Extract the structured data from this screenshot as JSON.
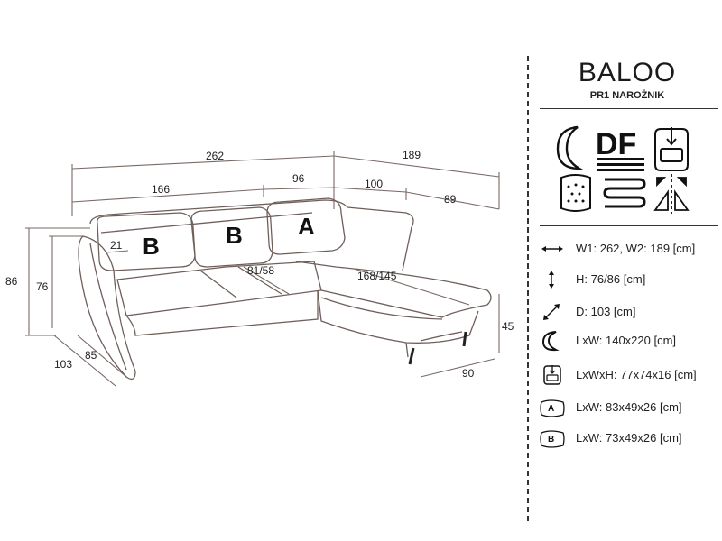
{
  "product": {
    "name": "BALOO",
    "subtitle": "PR1 NAROŻNIK"
  },
  "features": [
    {
      "icon": "moon-icon",
      "label": ""
    },
    {
      "icon": "df-logo-icon",
      "label": "DF"
    },
    {
      "icon": "storage-box-icon",
      "label": ""
    },
    {
      "icon": "foam-cushion-icon",
      "label": ""
    },
    {
      "icon": "spring-icon",
      "label": ""
    },
    {
      "icon": "mirror-option-icon",
      "label": ""
    }
  ],
  "specs": [
    {
      "icon": "horizontal-arrow-icon",
      "text": "W1: 262, W2: 189 [cm]"
    },
    {
      "icon": "vertical-arrow-icon",
      "text": "H: 76/86 [cm]"
    },
    {
      "icon": "diagonal-arrow-icon",
      "text": "D: 103 [cm]"
    },
    {
      "icon": "moon-icon",
      "text": "LxW: 140x220 [cm]"
    },
    {
      "icon": "storage-box-icon",
      "text": "LxWxH: 77x74x16 [cm]"
    },
    {
      "icon": "cushion-a-icon",
      "badge": "A",
      "text": "LxW: 83x49x26 [cm]"
    },
    {
      "icon": "cushion-b-icon",
      "badge": "B",
      "text": "LxW: 73x49x26 [cm]"
    }
  ],
  "dimensions": {
    "total_width": "262",
    "chaise_width": "189",
    "main_seat_width": "166",
    "middle_width": "96",
    "corner_width": "100",
    "chaise_depth": "89",
    "arm_width": "21",
    "height_back": "86",
    "height_seat_back": "76",
    "depth_total": "103",
    "depth_seat": "85",
    "seat_height": "45",
    "chaise_bed_depth": "90",
    "bed_size_a": "81/58",
    "bed_size_b": "168/145"
  },
  "cushion_labels": {
    "first": "B",
    "second": "B",
    "third": "A"
  }
}
